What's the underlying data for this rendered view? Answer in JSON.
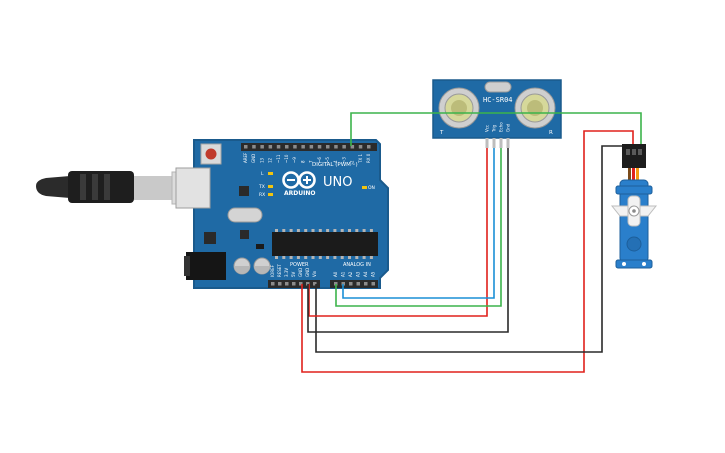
{
  "board": {
    "brand": "ARDUINO",
    "model": "UNO",
    "digital_label": "DIGITAL (PWM~)",
    "power_label": "POWER",
    "analog_label": "ANALOG IN",
    "on_label": "ON",
    "l_label": "L",
    "tx_label": "TX",
    "rx_label": "RX",
    "digital_pins": [
      "AREF",
      "GND",
      "13",
      "12",
      "~11",
      "~10",
      "~9",
      "8",
      "7",
      "~6",
      "~5",
      "4",
      "~3",
      "2",
      "TX 1",
      "RX 0"
    ],
    "power_pins": [
      "IOREF",
      "RESET",
      "3.3V",
      "5V",
      "GND",
      "GND",
      "Vin"
    ],
    "analog_pins": [
      "A0",
      "A1",
      "A2",
      "A3",
      "A4",
      "A5"
    ]
  },
  "sensor": {
    "title": "HC-SR04",
    "left_mark": "T",
    "right_mark": "R",
    "pins": [
      "Vcc",
      "Trig",
      "Echo",
      "Gnd"
    ]
  },
  "colors": {
    "board": "#1f6aa5",
    "board_edge": "#1a5a8c",
    "wire_red": "#e0211b",
    "wire_black": "#2a2a2a",
    "wire_green": "#3cb44b",
    "wire_blue": "#1a8fd6",
    "servo": "#2a7fcb"
  }
}
